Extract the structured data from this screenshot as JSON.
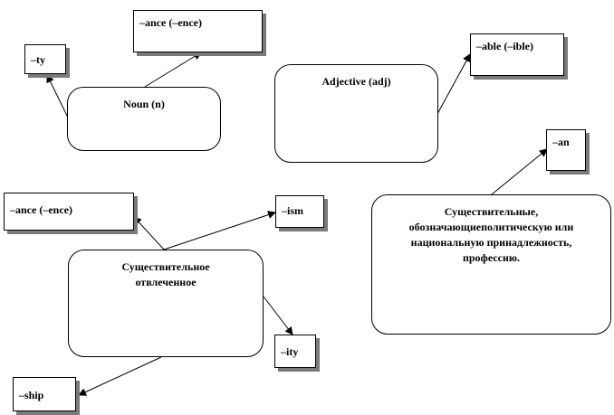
{
  "nodes": {
    "noun": "Noun (n)",
    "adjective": "Adjective (adj)",
    "abstract_noun": "Существительное отвлеченное",
    "affiliation_noun": "Существительные, обозначающиеполитическую или национальную принадлежность, профессию."
  },
  "suffixes": {
    "ance_top": "–ance (–ence)",
    "ty": "–ty",
    "able": "–able (–ible)",
    "an": "–an",
    "ance_left": "–ance (–ence)",
    "ism": "–ism",
    "ity": "–ity",
    "ship": "–ship"
  }
}
